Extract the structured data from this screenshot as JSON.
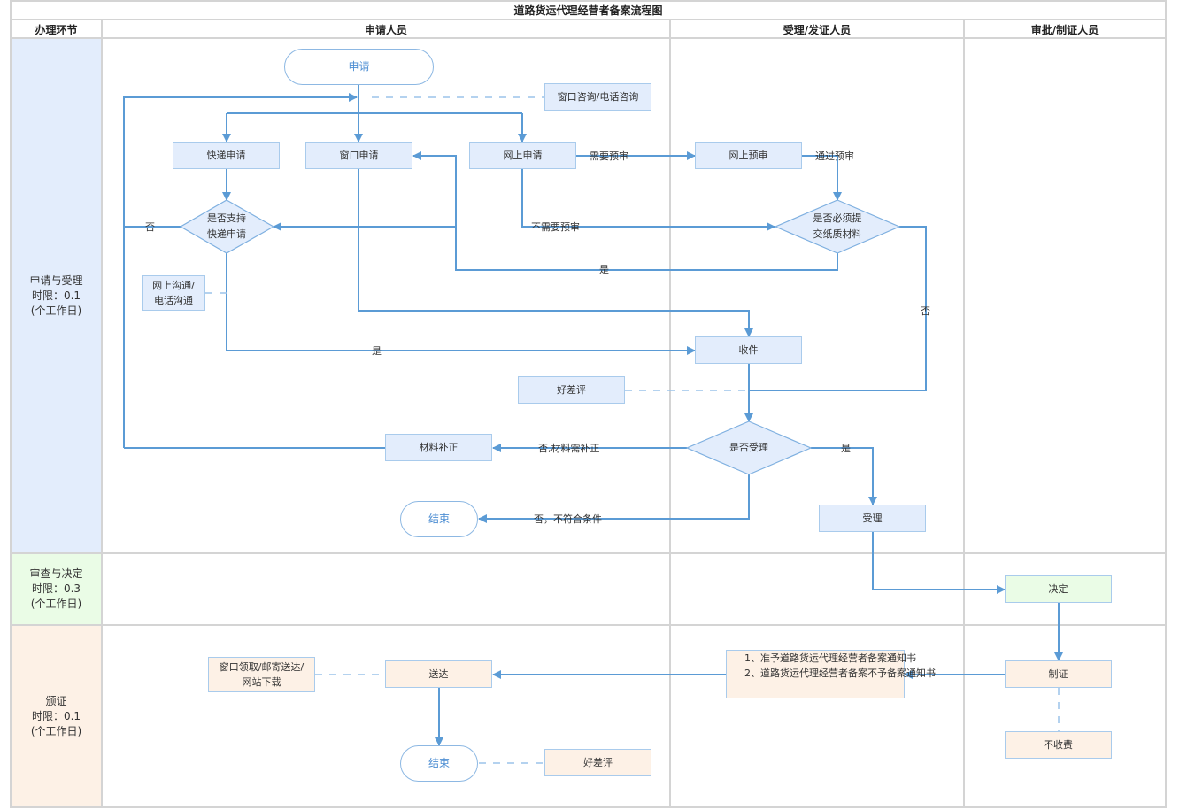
{
  "title": "道路货运代理经营者备案流程图",
  "headers": {
    "stage": "办理环节",
    "applicant": "申请人员",
    "acceptor": "受理/发证人员",
    "approver": "审批/制证人员"
  },
  "lanes": [
    {
      "label": "申请与受理\n时限：0.1\n(个工作日)",
      "color": "#e3edfc"
    },
    {
      "label": "审查与决定\n时限：0.3\n(个工作日)",
      "color": "#eafce6"
    },
    {
      "label": "颁证\n时限：0.1\n(个工作日)",
      "color": "#fdf1e6"
    }
  ],
  "nodes": {
    "start": "申请",
    "consult": "窗口咨询/电话咨询",
    "express_apply": "快递申请",
    "window_apply": "窗口申请",
    "online_apply": "网上申请",
    "online_precheck": "网上预审",
    "express_decision": "是否支持\n快递申请",
    "paper_decision": "是否必须提\n交纸质材料",
    "online_comm": "网上沟通/\n电话沟通",
    "receive": "收件",
    "rating_1": "好差评",
    "accept_decision": "是否受理",
    "supplement": "材料补正",
    "end_1": "结束",
    "accept": "受理",
    "decide": "决定",
    "certify": "制证",
    "no_fee": "不收费",
    "notices": [
      "1、准予道路货运代理经营者备案通知书",
      "2、道路货运代理经营者备案不予备案通知书"
    ],
    "deliver": "送达",
    "delivery_methods": "窗口领取/邮寄送达/\n网站下载",
    "end_2": "结束",
    "rating_2": "好差评"
  },
  "edge_labels": {
    "need_precheck": "需要预审",
    "pass_precheck": "通过预审",
    "no_precheck": "不需要预审",
    "express_no": "否",
    "paper_yes": "是",
    "paper_no": "否",
    "express_yes": "是",
    "supplement_no": "否,材料需补正",
    "accept_yes": "是",
    "reject_no": "否，不符合条件"
  },
  "colors": {
    "line": "#5b9bd5",
    "node_border": "#a9cbec",
    "grid": "#d0d0d0"
  }
}
